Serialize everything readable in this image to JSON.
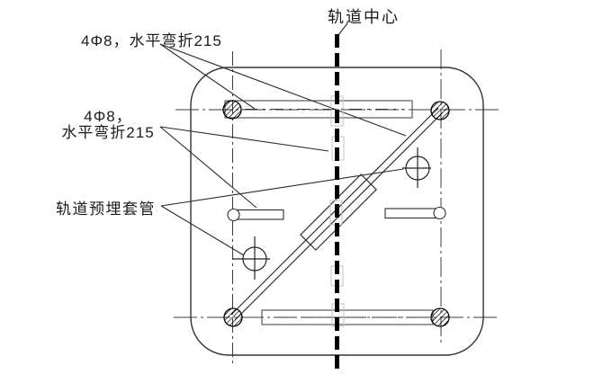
{
  "diagram": {
    "type": "engineering-plan-drawing",
    "labels": {
      "track_center": "轨道中心",
      "rebar_top": "4Φ8，水平弯折215",
      "rebar_left_line1": "4Φ8，",
      "rebar_left_line2": "水平弯折215",
      "embedded_sleeve": "轨道预埋套管"
    },
    "colors": {
      "line": "#2f2f2f",
      "bar_outline": "#4a4a4a",
      "thick_center_line": "#000000",
      "ghost_box": "#c3c3c3",
      "background": "#ffffff"
    }
  }
}
